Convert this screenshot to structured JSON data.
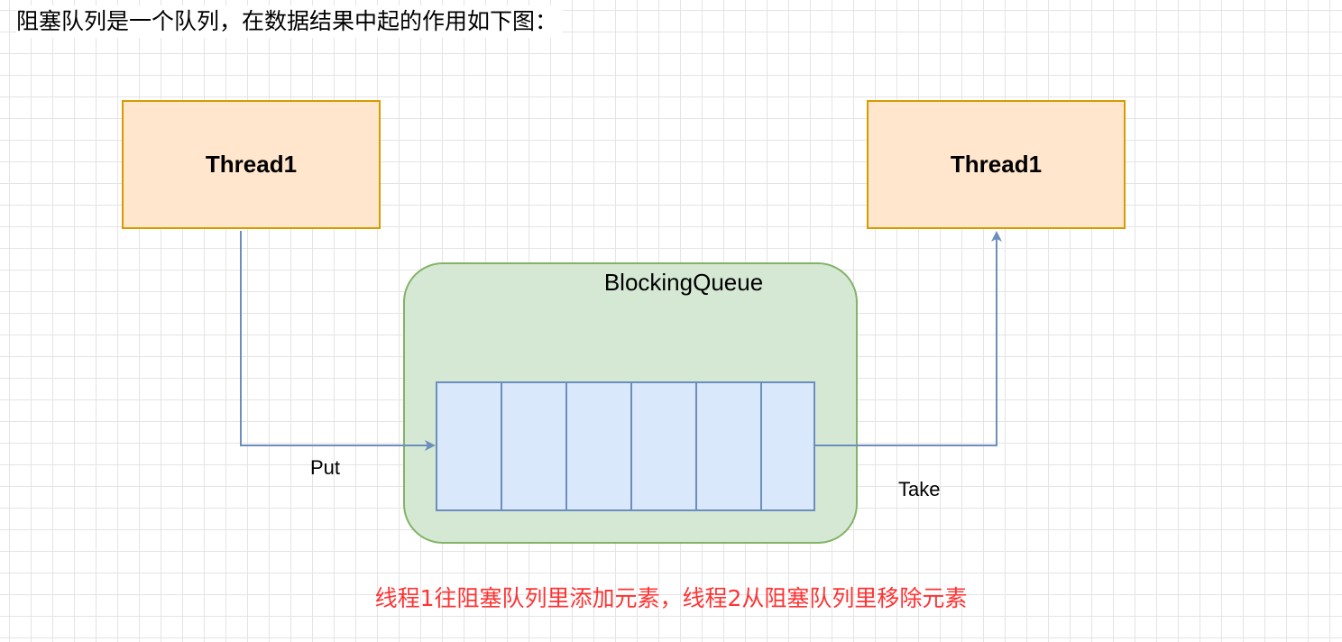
{
  "header": {
    "text": "阻塞队列是一个队列，在数据结果中起的作用如下图："
  },
  "threads": {
    "left": {
      "label": "Thread1"
    },
    "right": {
      "label": "Thread1"
    }
  },
  "queue": {
    "title": "BlockingQueue",
    "slot_count": 6
  },
  "edges": {
    "put": {
      "label": "Put"
    },
    "take": {
      "label": "Take"
    }
  },
  "caption": {
    "text": "线程1往阻塞队列里添加元素，线程2从阻塞队列里移除元素"
  },
  "colors": {
    "thread_fill": "#ffe6cc",
    "thread_stroke": "#d79b00",
    "queue_fill": "#d5e8d4",
    "queue_stroke": "#82b366",
    "slot_fill": "#dae8fc",
    "slot_stroke": "#6c8ebf",
    "arrow": "#6c8ebf",
    "caption": "#ff3333"
  }
}
